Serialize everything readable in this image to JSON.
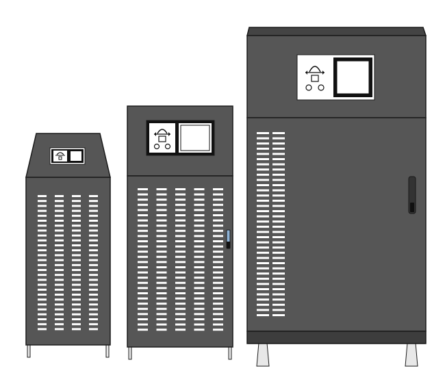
{
  "colors": {
    "background": "#ffffff",
    "cabinet_body": "#565656",
    "cabinet_top": "#444444",
    "cabinet_dark": "#3d3d3d",
    "outline": "#1a1a1a",
    "vent_slot": "#ffffff",
    "panel_white": "#ffffff",
    "panel_black": "#111111",
    "handle_small": "#8fb3d6",
    "handle_large": "#333333",
    "foot_gray": "#e8e8e8"
  },
  "cabinets": [
    {
      "id": "small",
      "vent_columns": 4,
      "vent_rows": 28,
      "has_door_handle": false,
      "control_panel_icons": [
        "outlet-icon",
        "display-screen-icon"
      ]
    },
    {
      "id": "medium",
      "vent_columns": 5,
      "vent_rows": 28,
      "has_door_handle": true,
      "control_panel_icons": [
        "outlet-icon",
        "display-screen-icon"
      ]
    },
    {
      "id": "large",
      "vent_columns": 2,
      "vent_rows": 36,
      "has_door_handle": true,
      "control_panel_icons": [
        "outlet-icon",
        "display-screen-icon"
      ]
    }
  ]
}
